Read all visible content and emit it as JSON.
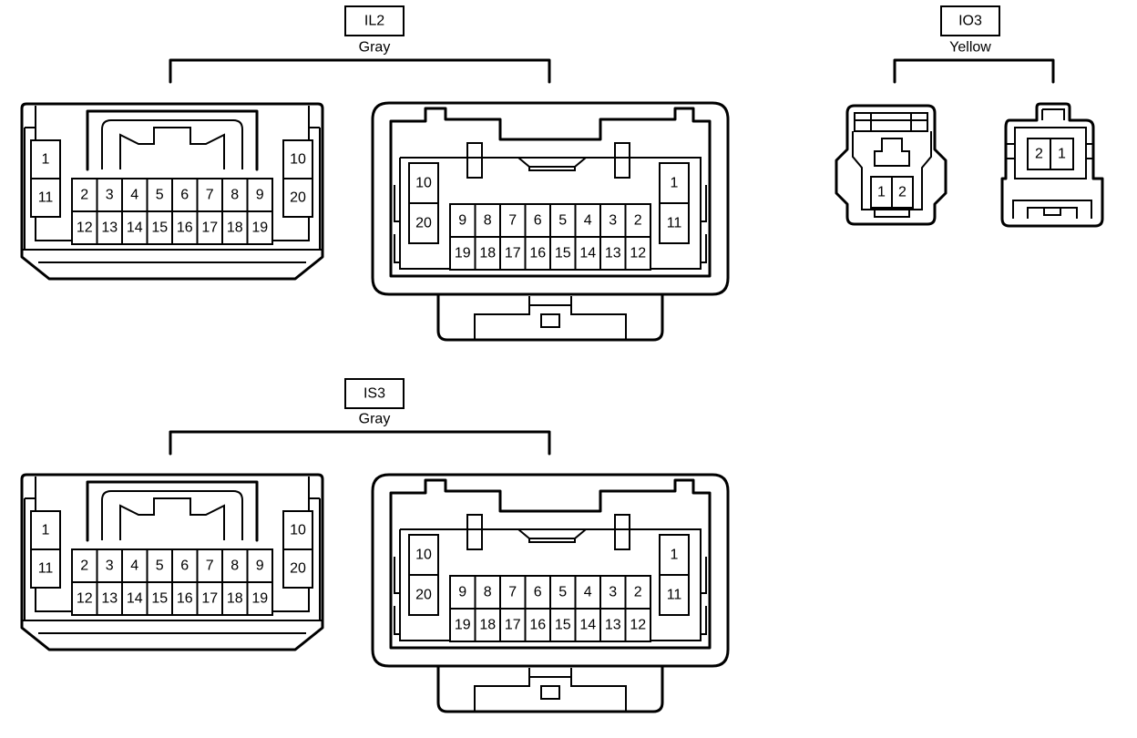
{
  "connectors": [
    {
      "code": "IL2",
      "color": "Gray"
    },
    {
      "code": "IO3",
      "color": "Yellow"
    },
    {
      "code": "IS3",
      "color": "Gray"
    }
  ],
  "pins20": {
    "female": {
      "left": [
        "1",
        "11"
      ],
      "right": [
        "10",
        "20"
      ],
      "top": [
        "2",
        "3",
        "4",
        "5",
        "6",
        "7",
        "8",
        "9"
      ],
      "bottom": [
        "12",
        "13",
        "14",
        "15",
        "16",
        "17",
        "18",
        "19"
      ]
    },
    "male": {
      "left": [
        "10",
        "20"
      ],
      "right": [
        "1",
        "11"
      ],
      "top": [
        "9",
        "8",
        "7",
        "6",
        "5",
        "4",
        "3",
        "2"
      ],
      "bottom": [
        "19",
        "18",
        "17",
        "16",
        "15",
        "14",
        "13",
        "12"
      ]
    }
  },
  "pins2": {
    "female": [
      "1",
      "2"
    ],
    "male": [
      "2",
      "1"
    ]
  }
}
